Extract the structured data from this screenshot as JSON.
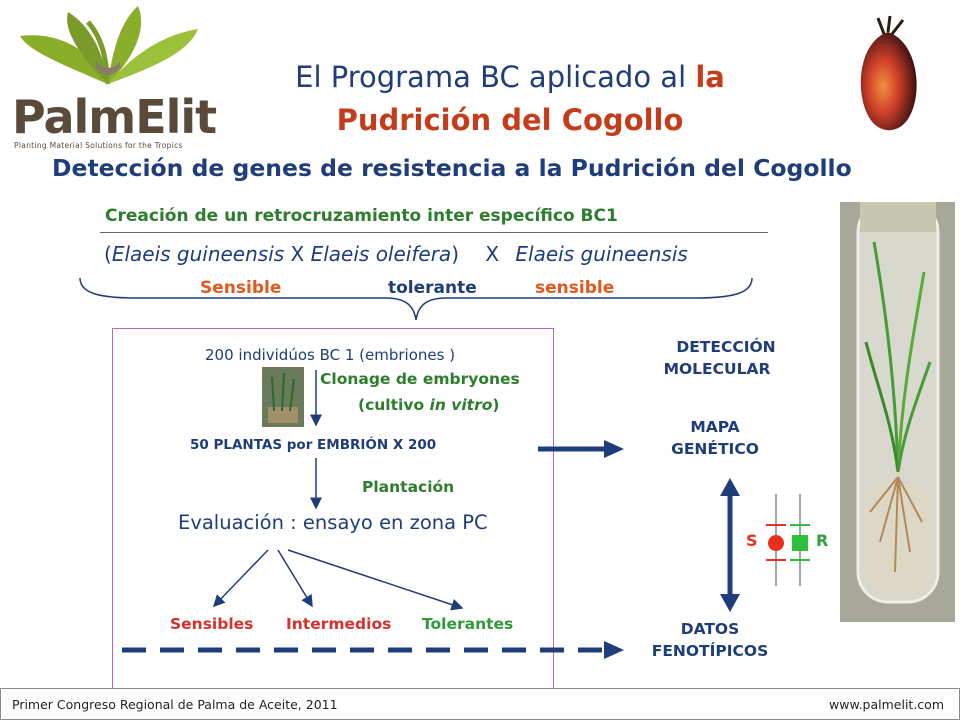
{
  "logo": {
    "brand_palm": "Palm",
    "brand_elit": "Elit",
    "tagline": "Planting Material Solutions for the Tropics"
  },
  "title": {
    "line1_main": "El Programa BC aplicado al ",
    "line1_accent": "la",
    "line2": "Pudrición del Cogollo"
  },
  "subtitle": "Detección de genes de resistencia a la Pudrición del Cogollo",
  "cross_title": "Creación de un retrocruzamiento inter específico BC1",
  "cross": {
    "open": "(",
    "species_a": "Elaeis guineensis",
    "x1": " X ",
    "species_b": "Elaeis oleifera",
    "close": ")",
    "x2": "X",
    "species_c": "Elaeis guineensis"
  },
  "tolerance": {
    "a": "Sensible",
    "b": "tolerante",
    "c": "sensible"
  },
  "flow": {
    "individuals": "200 individúos  BC 1 (embriones )",
    "cloning_line1": "Clonage de embryones",
    "cloning_line2_a": "(cultivo ",
    "cloning_line2_italic": "in vitro",
    "cloning_line2_b": ")",
    "plants": "50 PLANTAS por EMBRIÓN  X   200",
    "planting": "Plantación",
    "evaluation": "Evaluación : ensayo en zona PC",
    "results": [
      "Sensibles",
      "Intermedios",
      "Tolerantes"
    ]
  },
  "right": {
    "detection_line1": "DETECCIÓN",
    "detection_line2": "MOLECULAR",
    "map_line1": "MAPA",
    "map_line2": "GENÉTICO",
    "data_line1": "DATOS",
    "data_line2": "FENOTÍPICOS",
    "s_label": "S",
    "r_label": "R"
  },
  "colors": {
    "blue": "#1f3d7a",
    "red": "#c43c1a",
    "green": "#2e7d2e",
    "s_marker": "#e83020",
    "r_marker": "#30c040"
  },
  "footer": {
    "left": "Primer Congreso Regional de Palma de Aceite, 2011",
    "right": "www.palmelit.com"
  }
}
